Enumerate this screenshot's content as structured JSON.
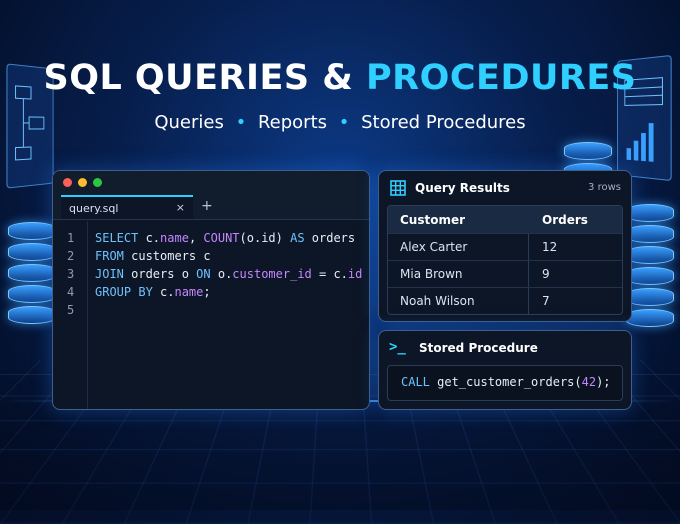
{
  "header": {
    "title_part1": "SQL QUERIES &",
    "title_part2": "PROCEDURES",
    "subtitle_items": [
      "Queries",
      "Reports",
      "Stored Procedures"
    ],
    "separator": "•"
  },
  "editor": {
    "tab_label": "query.sql",
    "tab_close": "×",
    "tab_add": "+",
    "line_numbers": [
      "1",
      "2",
      "3",
      "4",
      "5"
    ],
    "lines": [
      [
        [
          "kw",
          "SELECT "
        ],
        [
          "id",
          "c."
        ],
        [
          "fn",
          "name"
        ],
        [
          "id",
          ", "
        ],
        [
          "fn",
          "COUNT"
        ],
        [
          "id",
          "(o.id) "
        ],
        [
          "kw",
          "AS "
        ],
        [
          "id",
          "orders"
        ]
      ],
      [
        [
          "kw",
          "FROM "
        ],
        [
          "id",
          "customers c"
        ]
      ],
      [
        [
          "kw",
          "JOIN "
        ],
        [
          "id",
          "orders o "
        ],
        [
          "kw",
          "ON "
        ],
        [
          "id",
          "o."
        ],
        [
          "fn",
          "customer_id"
        ],
        [
          "id",
          " = c."
        ],
        [
          "fn",
          "id"
        ]
      ],
      [
        [
          "kw",
          "GROUP BY "
        ],
        [
          "id",
          "c."
        ],
        [
          "fn",
          "name"
        ],
        [
          "id",
          ";"
        ]
      ],
      []
    ]
  },
  "results": {
    "title": "Query Results",
    "meta": "3 rows",
    "columns": [
      "Customer",
      "Orders"
    ],
    "rows": [
      [
        "Alex Carter",
        "12"
      ],
      [
        "Mia Brown",
        "9"
      ],
      [
        "Noah Wilson",
        "7"
      ]
    ]
  },
  "procedure": {
    "icon_text": ">_",
    "title": "Stored Procedure",
    "call_keyword": "CALL",
    "call_name": " get_customer_orders(",
    "call_arg": "42",
    "call_end": ");"
  },
  "colors": {
    "accent": "#2fd0ff",
    "keyword": "#6ec1ff",
    "function": "#c586ff",
    "traffic_red": "#ff5f57",
    "traffic_yellow": "#febc2e",
    "traffic_green": "#28c840"
  }
}
